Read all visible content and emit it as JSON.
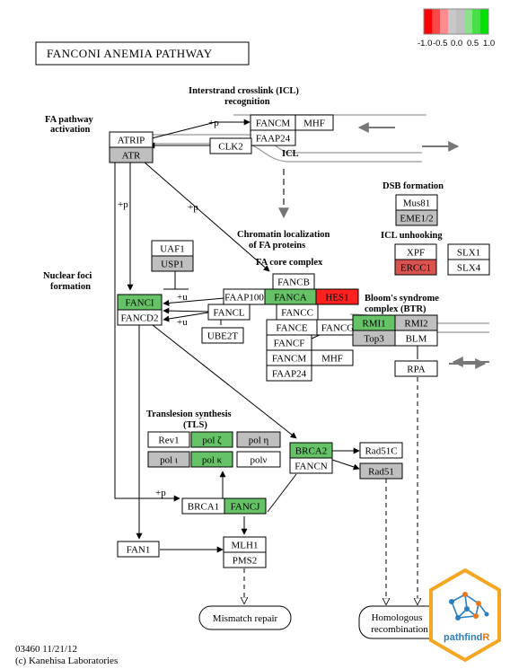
{
  "title": "FANCONI ANEMIA PATHWAY",
  "footer": {
    "line1": "03460 11/21/12",
    "line2": "(c) Kanehisa Laboratories"
  },
  "legend": {
    "ticks": [
      "-1.0",
      "-0.5",
      "0.0",
      "0.5",
      "1.0"
    ],
    "colors": [
      "#ff0000",
      "#ff4646",
      "#ff8c8c",
      "#c8c8c8",
      "#bfbfbf",
      "#8ce08c",
      "#46e046",
      "#00e000"
    ]
  },
  "colors": {
    "green": "#66c266",
    "gray": "#bfbfbf",
    "red": "#ff2020",
    "salmon": "#d9534f",
    "white": "#ffffff"
  },
  "headings": {
    "icl": "Interstrand crosslink (ICL)",
    "icl2": "recognition",
    "fa_act1": "FA pathway",
    "fa_act2": "activation",
    "chrom1": "Chromatin localization",
    "chrom2": "of FA proteins",
    "core": "FA core complex",
    "nuclear1": "Nuclear foci",
    "nuclear2": "formation",
    "dsb": "DSB formation",
    "unhook": "ICL unhooking",
    "bloom1": "Bloom's syndrome",
    "bloom2": "complex (BTR)",
    "tls1": "Translesion synthesis",
    "tls2": "(TLS)",
    "icl_small": "ICL"
  },
  "edge_labels": {
    "p": "+p",
    "u": "+u"
  },
  "nodes": {
    "fancm_top": "FANCM",
    "mhf_top": "MHF",
    "faap24_top": "FAAP24",
    "atrip": "ATRIP",
    "atr": "ATR",
    "clk2": "CLK2",
    "mus81": "Mus81",
    "eme12": "EME1/2",
    "xpf": "XPF",
    "ercc1": "ERCC1",
    "slx1": "SLX1",
    "slx4": "SLX4",
    "uaf1": "UAF1",
    "usp1": "USP1",
    "fanci": "FANCI",
    "fancd2": "FANCD2",
    "ube2t": "UBE2T",
    "fancb": "FANCB",
    "faap100": "FAAP100",
    "fanca": "FANCA",
    "hes1": "HES1",
    "fancl": "FANCL",
    "fancc": "FANCC",
    "fance": "FANCE",
    "fancg": "FANCG",
    "fancf": "FANCF",
    "fancm_core": "FANCM",
    "mhf_core": "MHF",
    "faap24_core": "FAAP24",
    "rmi1": "RMI1",
    "rmi2": "RMI2",
    "top3": "Top3",
    "blm": "BLM",
    "rpa": "RPA",
    "rev1": "Rev1",
    "polz": "pol ζ",
    "poleta": "pol η",
    "poli": "pol ι",
    "polk": "pol κ",
    "polv": "polν",
    "brca2": "BRCA2",
    "fancn": "FANCN",
    "rad51c": "Rad51C",
    "rad51": "Rad51",
    "brca1": "BRCA1",
    "fancj": "FANCJ",
    "fan1": "FAN1",
    "mlh1": "MLH1",
    "pms2": "PMS2",
    "mismatch": "Mismatch repair",
    "homologous1": "Homologous",
    "homologous2": "recombination"
  },
  "badge": {
    "text_main": "pathfind",
    "text_accent": "R",
    "border": "#f5a623",
    "accent": "#e8771a",
    "hex": "#2a7fc0"
  }
}
